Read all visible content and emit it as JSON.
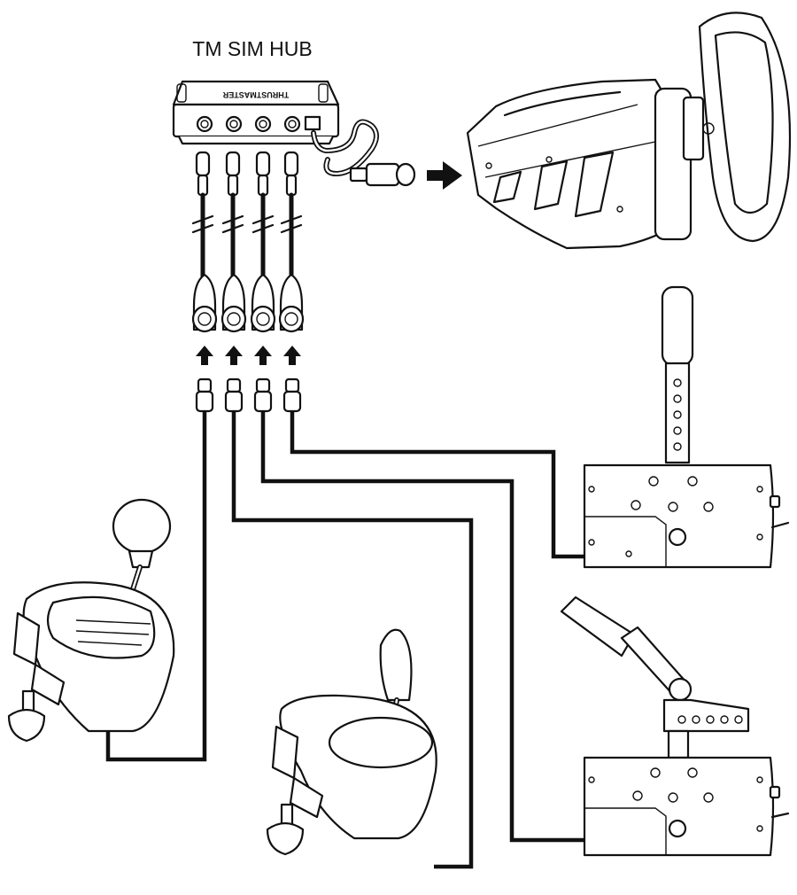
{
  "hub": {
    "title": "TM SIM HUB",
    "brand": "THRUSTMASTER"
  },
  "colors": {
    "ink": "#111111",
    "paper": "#ffffff"
  },
  "icons": {
    "arrow": "arrow-icon",
    "connector": "connector-icon"
  },
  "devices": [
    {
      "id": "racing-wheel-base",
      "icon": "racing-wheel-icon"
    },
    {
      "id": "handbrake",
      "icon": "handbrake-icon"
    },
    {
      "id": "sequential-shifter",
      "icon": "sequential-shifter-icon"
    },
    {
      "id": "h-pattern-shifter",
      "icon": "h-pattern-shifter-icon"
    },
    {
      "id": "sequential-shifter-small",
      "icon": "sequential-shifter-small-icon"
    }
  ]
}
